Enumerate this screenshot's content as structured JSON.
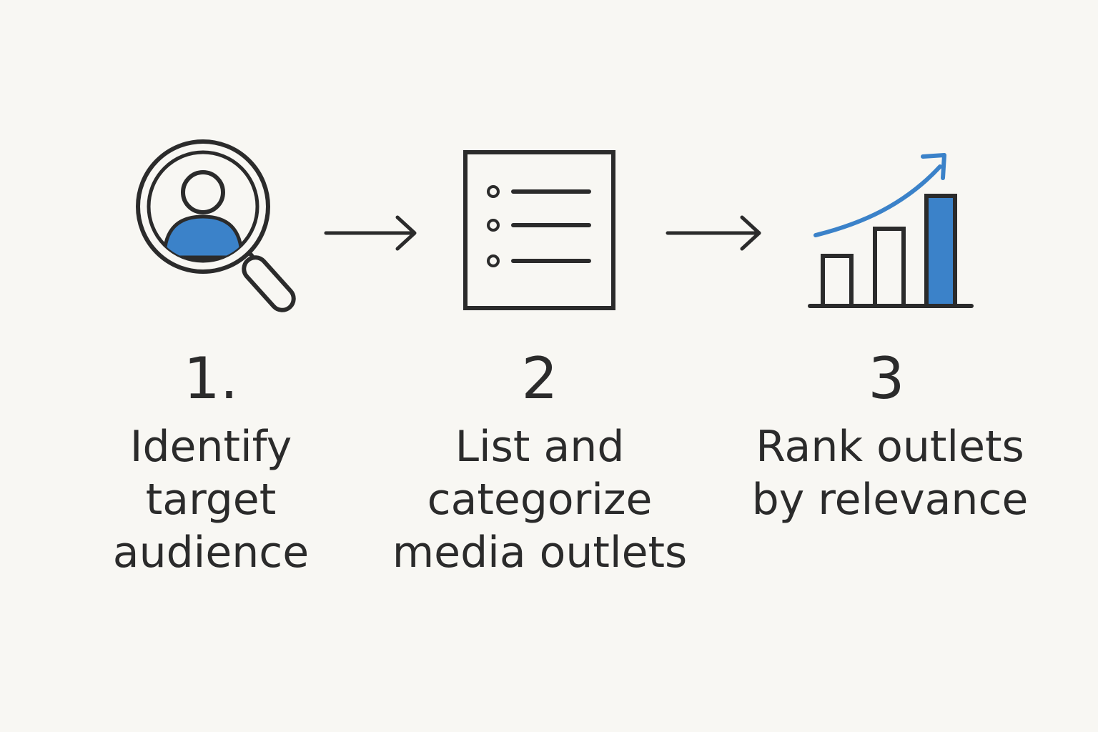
{
  "colors": {
    "background": "#f8f7f3",
    "ink": "#2b2b2b",
    "accent": "#3b82c9"
  },
  "steps": [
    {
      "icon": "magnifier-user-icon",
      "number": "1.",
      "label": "Identify\ntarget\naudience"
    },
    {
      "icon": "list-document-icon",
      "number": "2",
      "label": "List and\ncategorize\nmedia outlets"
    },
    {
      "icon": "rising-bar-chart-icon",
      "number": "3",
      "label": "Rank outlets\nby relevance"
    }
  ],
  "connectors": [
    "right-arrow",
    "right-arrow"
  ]
}
